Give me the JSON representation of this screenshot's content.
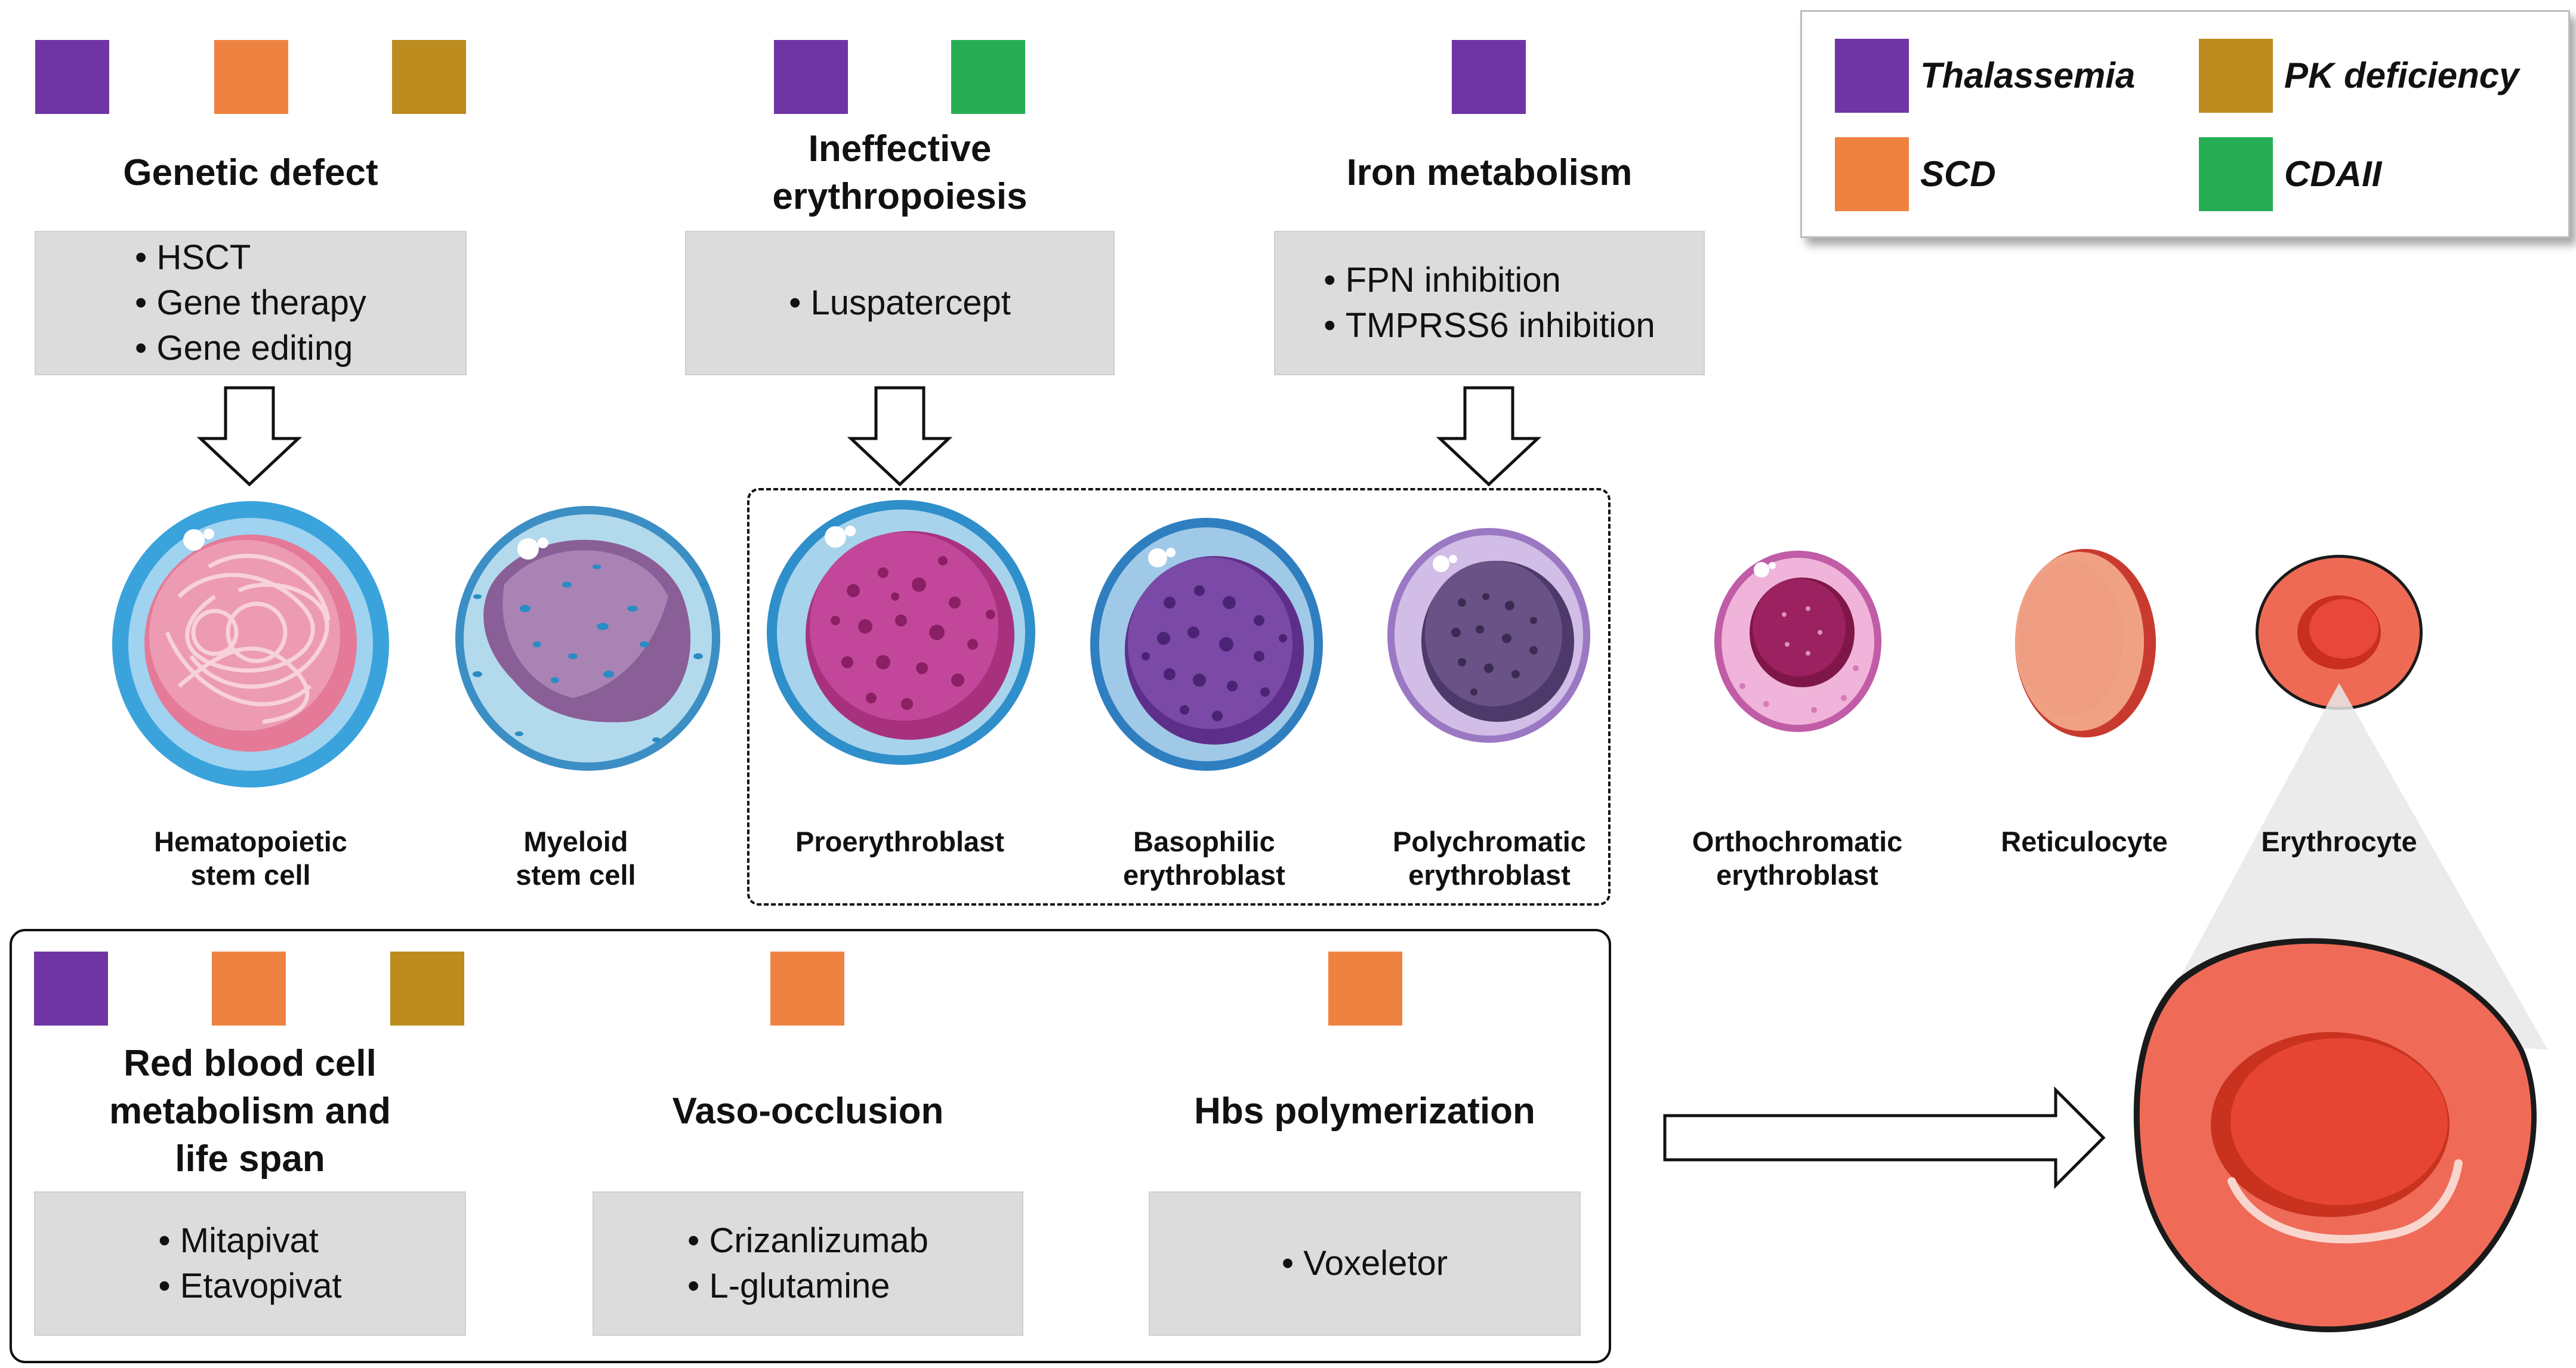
{
  "colors": {
    "thalassemia": "#6f35a4",
    "scd": "#ee8341",
    "pk_deficiency": "#bc8c1f",
    "cdaii": "#27ae55",
    "panel_gray": "#dcdcdc"
  },
  "legend": {
    "thalassemia": "Thalassemia",
    "pk_deficiency": "PK deficiency",
    "scd": "SCD",
    "cdaii": "CDAII"
  },
  "top_targets": [
    {
      "title_lines": [
        "Genetic defect"
      ],
      "bullets": [
        "HSCT",
        "Gene therapy",
        "Gene editing"
      ],
      "diseases": [
        "thalassemia",
        "scd",
        "pk_deficiency"
      ]
    },
    {
      "title_lines": [
        "Ineffective",
        "erythropoiesis"
      ],
      "bullets": [
        "Luspatercept"
      ],
      "diseases": [
        "thalassemia",
        "cdaii"
      ]
    },
    {
      "title_lines": [
        "Iron metabolism"
      ],
      "bullets": [
        "FPN inhibition",
        "TMPRSS6 inhibition"
      ],
      "diseases": [
        "thalassemia"
      ]
    }
  ],
  "cells": [
    {
      "label_lines": [
        "Hematopoietic",
        "stem cell"
      ],
      "icon": "hematopoietic-stem-cell-icon"
    },
    {
      "label_lines": [
        "Myeloid",
        "stem cell"
      ],
      "icon": "myeloid-stem-cell-icon"
    },
    {
      "label_lines": [
        "Proerythroblast"
      ],
      "icon": "proerythroblast-icon"
    },
    {
      "label_lines": [
        "Basophilic",
        "erythroblast"
      ],
      "icon": "basophilic-erythroblast-icon"
    },
    {
      "label_lines": [
        "Polychromatic",
        "erythroblast"
      ],
      "icon": "polychromatic-erythroblast-icon"
    },
    {
      "label_lines": [
        "Orthochromatic",
        "erythroblast"
      ],
      "icon": "orthochromatic-erythroblast-icon"
    },
    {
      "label_lines": [
        "Reticulocyte"
      ],
      "icon": "reticulocyte-icon"
    },
    {
      "label_lines": [
        "Erythrocyte"
      ],
      "icon": "erythrocyte-icon"
    }
  ],
  "bottom_targets": [
    {
      "title_lines": [
        "Red blood cell",
        "metabolism and",
        "life span"
      ],
      "bullets": [
        "Mitapivat",
        "Etavopivat"
      ],
      "diseases": [
        "thalassemia",
        "scd",
        "pk_deficiency"
      ]
    },
    {
      "title_lines": [
        "Vaso-occlusion"
      ],
      "bullets": [
        "Crizanlizumab",
        "L-glutamine"
      ],
      "diseases": [
        "scd"
      ]
    },
    {
      "title_lines": [
        "Hbs polymerization"
      ],
      "bullets": [
        "Voxeletor"
      ],
      "diseases": [
        "scd"
      ]
    }
  ]
}
